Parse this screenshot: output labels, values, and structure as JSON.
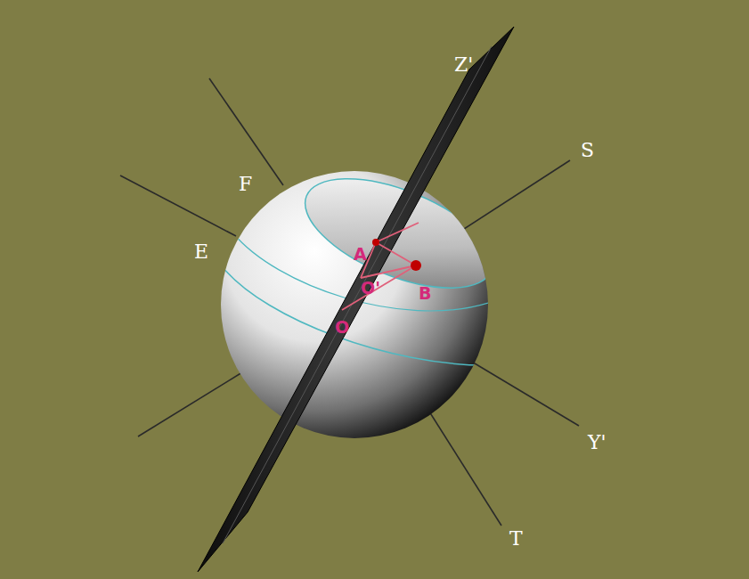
{
  "diagram": {
    "labels": [
      "Z'",
      "S",
      "F",
      "E",
      "Y'",
      "T",
      "A",
      "O'",
      "B",
      "O"
    ]
  }
}
